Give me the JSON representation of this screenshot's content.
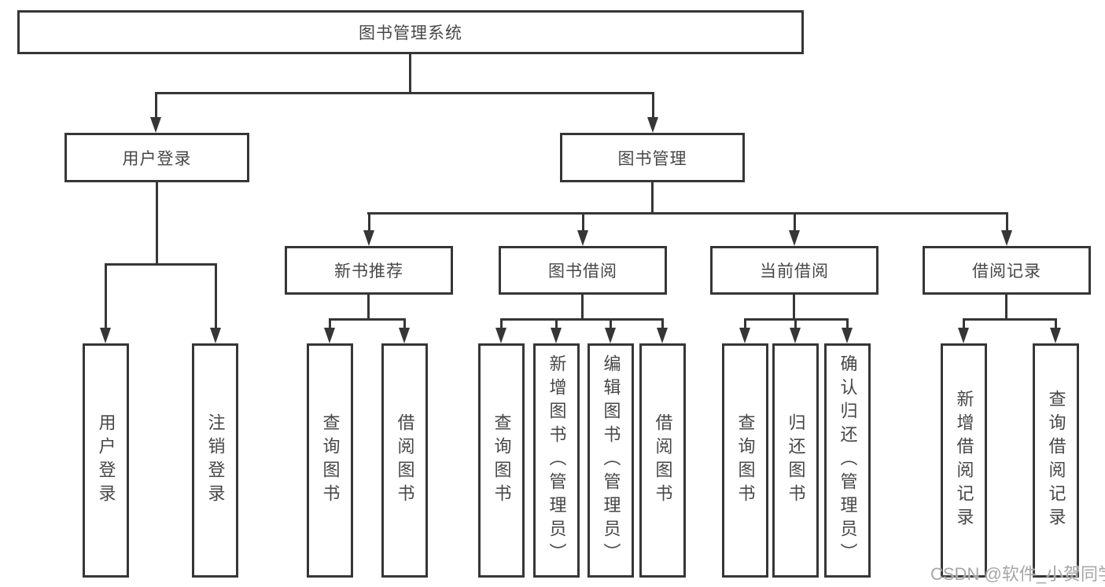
{
  "tree": {
    "label": "图书管理系统",
    "children": [
      {
        "label": "用户登录",
        "children": [
          {
            "label": "用户登录"
          },
          {
            "label": "注销登录"
          }
        ]
      },
      {
        "label": "图书管理",
        "children": [
          {
            "label": "新书推荐",
            "children": [
              {
                "label": "查询图书"
              },
              {
                "label": "借阅图书"
              }
            ]
          },
          {
            "label": "图书借阅",
            "children": [
              {
                "label": "查询图书"
              },
              {
                "label": "新增图书（管理员）"
              },
              {
                "label": "编辑图书（管理员）"
              },
              {
                "label": "借阅图书"
              }
            ]
          },
          {
            "label": "当前借阅",
            "children": [
              {
                "label": "查询图书"
              },
              {
                "label": "归还图书"
              },
              {
                "label": "确认归还（管理员）"
              }
            ]
          },
          {
            "label": "借阅记录",
            "children": [
              {
                "label": "新增借阅记录"
              },
              {
                "label": "查询借阅记录"
              }
            ]
          }
        ]
      }
    ]
  },
  "watermark": {
    "text": "CSDN @软件_小贺同学"
  },
  "colors": {
    "line": "#363636",
    "text": "#474747",
    "watermark": "#a6a6a6",
    "background": "#ffffff"
  }
}
